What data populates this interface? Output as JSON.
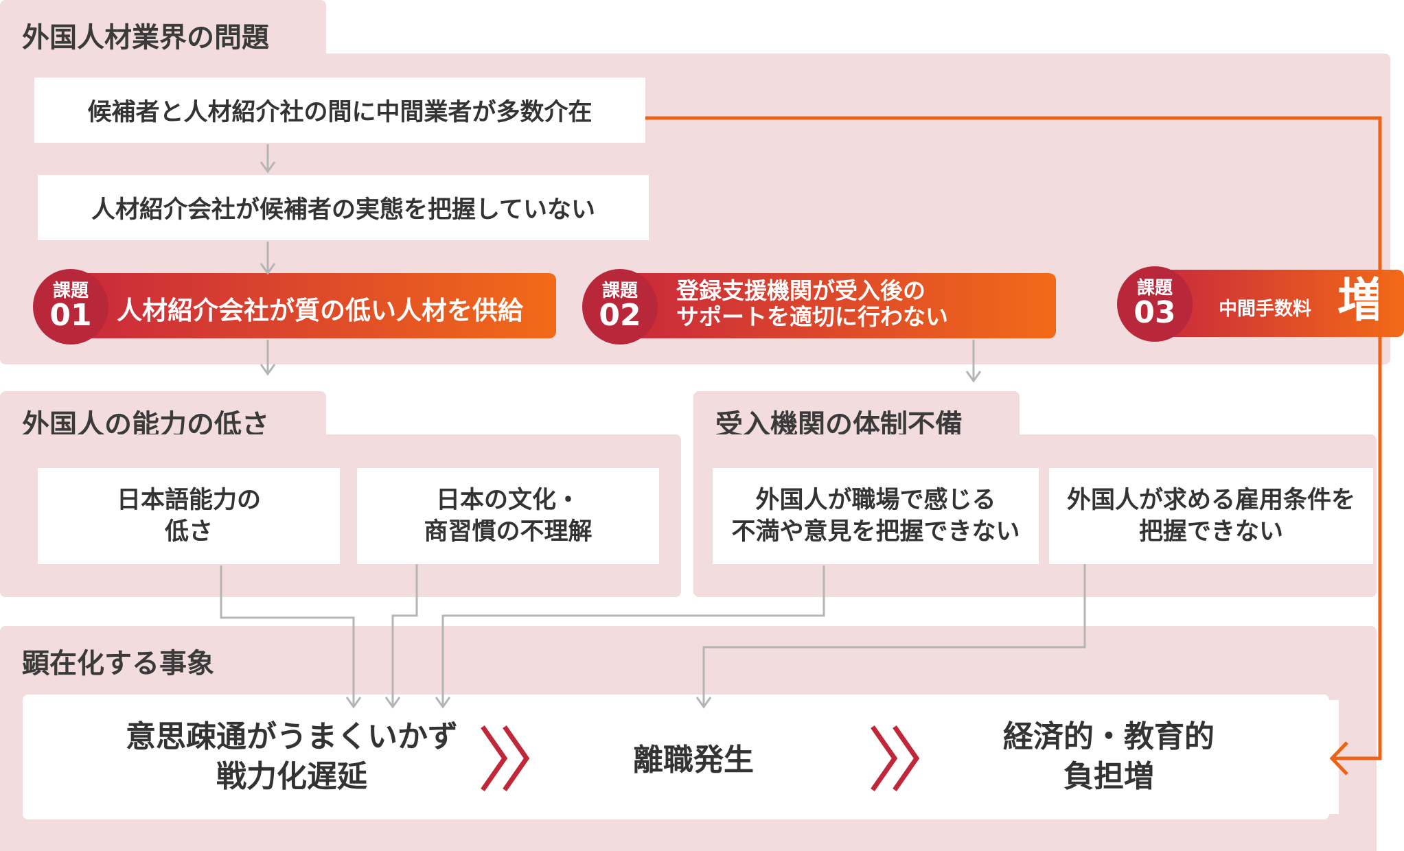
{
  "colors": {
    "panel_bg": "#f2dcdd",
    "arrow_gray": "#b5b5b5",
    "arrow_orange": "#ee6216",
    "gradient_start": "#c8283c",
    "gradient_end": "#f26a18",
    "chevron": "#c0283a"
  },
  "section1": {
    "title": "外国人材業界の問題",
    "box1": "候補者と人材紹介社の間に中間業者が多数介在",
    "box2": "人材紹介会社が候補者の実態を把握していない"
  },
  "issues": [
    {
      "tag": "課題",
      "num": "01",
      "text": "人材紹介会社が質の低い人材を供給"
    },
    {
      "tag": "課題",
      "num": "02",
      "line1": "登録支援機関が受入後の",
      "line2": "サポートを適切に行わない"
    },
    {
      "tag": "課題",
      "num": "03",
      "text": "中間手数料",
      "big": "増"
    }
  ],
  "section2": {
    "title": "外国人の能力の低さ",
    "box1_line1": "日本語能力の",
    "box1_line2": "低さ",
    "box2_line1": "日本の文化・",
    "box2_line2": "商習慣の不理解"
  },
  "section3": {
    "title": "受入機関の体制不備",
    "box1_line1": "外国人が職場で感じる",
    "box1_line2": "不満や意見を把握できない",
    "box2_line1": "外国人が求める雇用条件を",
    "box2_line2": "把握できない"
  },
  "section4": {
    "title": "顕在化する事象",
    "result1_line1": "意思疎通がうまくいかず",
    "result1_line2": "戦力化遅延",
    "result2": "離職発生",
    "result3_line1": "経済的・教育的",
    "result3_line2": "負担増"
  }
}
